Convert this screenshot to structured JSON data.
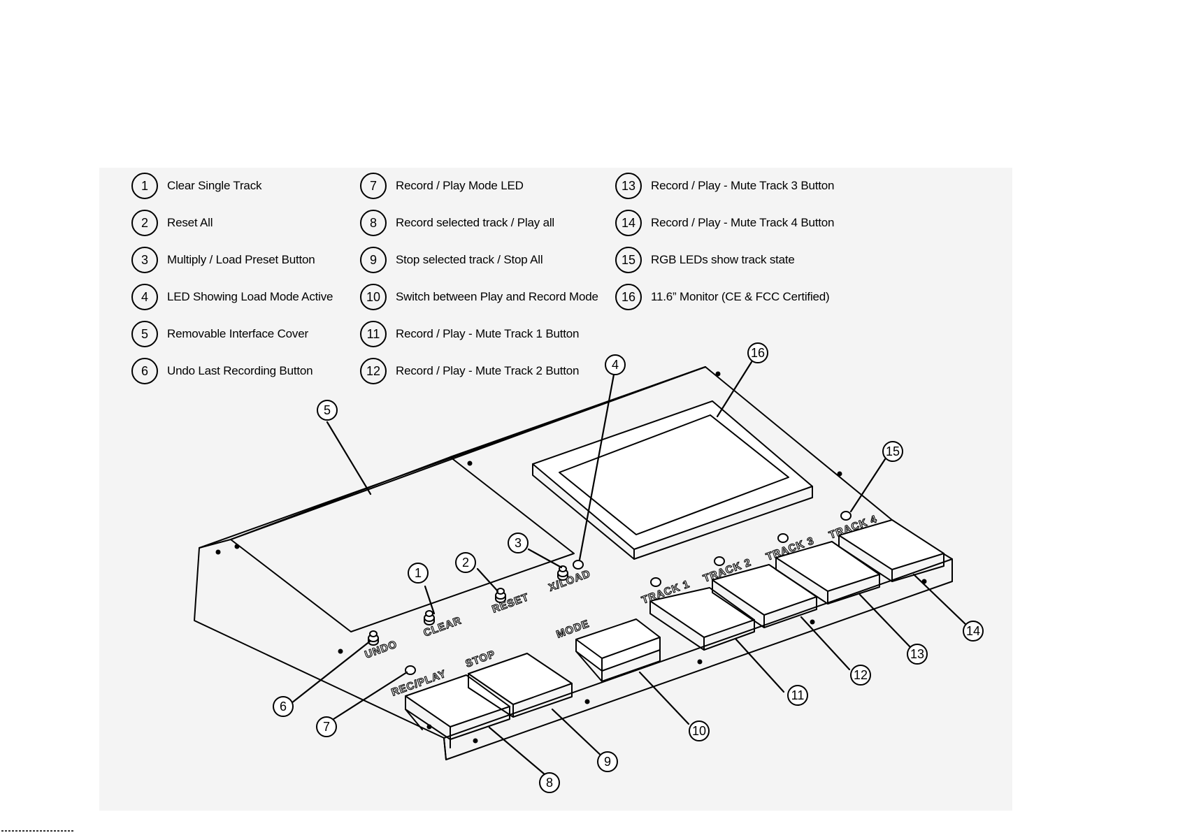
{
  "legend": [
    {
      "num": "1",
      "text": "Clear Single Track"
    },
    {
      "num": "2",
      "text": "Reset All"
    },
    {
      "num": "3",
      "text": "Multiply / Load Preset Button"
    },
    {
      "num": "4",
      "text": "LED Showing Load Mode Active"
    },
    {
      "num": "5",
      "text": "Removable Interface Cover"
    },
    {
      "num": "6",
      "text": "Undo Last Recording Button"
    },
    {
      "num": "7",
      "text": "Record / Play Mode LED"
    },
    {
      "num": "8",
      "text": "Record selected track / Play all"
    },
    {
      "num": "9",
      "text": "Stop selected track / Stop All"
    },
    {
      "num": "10",
      "text": "Switch between Play and Record Mode"
    },
    {
      "num": "11",
      "text": "Record / Play - Mute Track 1 Button"
    },
    {
      "num": "12",
      "text": "Record / Play - Mute Track 2 Button"
    },
    {
      "num": "13",
      "text": "Record / Play - Mute Track 3 Button"
    },
    {
      "num": "14",
      "text": "Record / Play - Mute Track 4 Button"
    },
    {
      "num": "15",
      "text": "RGB LEDs show track state"
    },
    {
      "num": "16",
      "text": "11.6” Monitor (CE & FCC Certified)"
    }
  ],
  "device_labels": {
    "undo": "UNDO",
    "clear": "CLEAR",
    "reset": "RESET",
    "load": "X/LOAD",
    "rec_play": "REC/PLAY",
    "stop": "STOP",
    "mode": "MODE",
    "track1": "TRACK 1",
    "track2": "TRACK 2",
    "track3": "TRACK 3",
    "track4": "TRACK 4"
  },
  "colors": {
    "panel": "#f4f4f4",
    "line": "#000000",
    "screen": "#ffffff"
  }
}
